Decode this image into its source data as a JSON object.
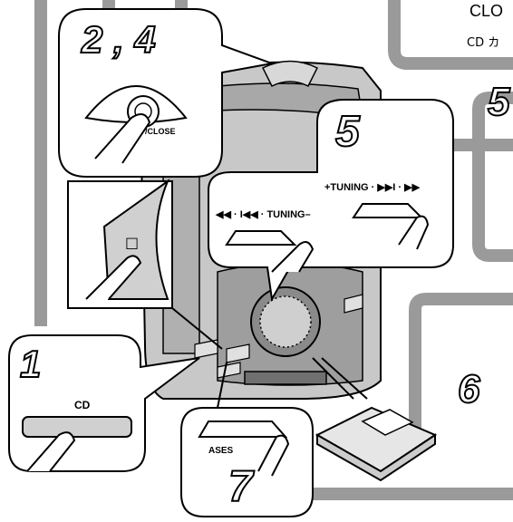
{
  "callouts": {
    "step_2_4": "2 , 4",
    "step_5_top": "5",
    "step_5_right": "5",
    "step_1": "1",
    "step_6": "6",
    "step_7": "7"
  },
  "labels": {
    "close_button": "/CLOSE",
    "cd_button": "CD",
    "stop_symbol": "□",
    "tuning_back": "◀◀ · I◀◀ · TUNING–",
    "tuning_fwd": "+TUNING · ▶▶I · ▶▶",
    "bass_button": "ASES"
  },
  "top_right_text": {
    "line1": "CLO",
    "line2": "CD カ"
  },
  "colors": {
    "frame_gray": "#9a9a9a",
    "line_black": "#000000",
    "device_gray": "#b8b8b8",
    "background": "#ffffff"
  }
}
